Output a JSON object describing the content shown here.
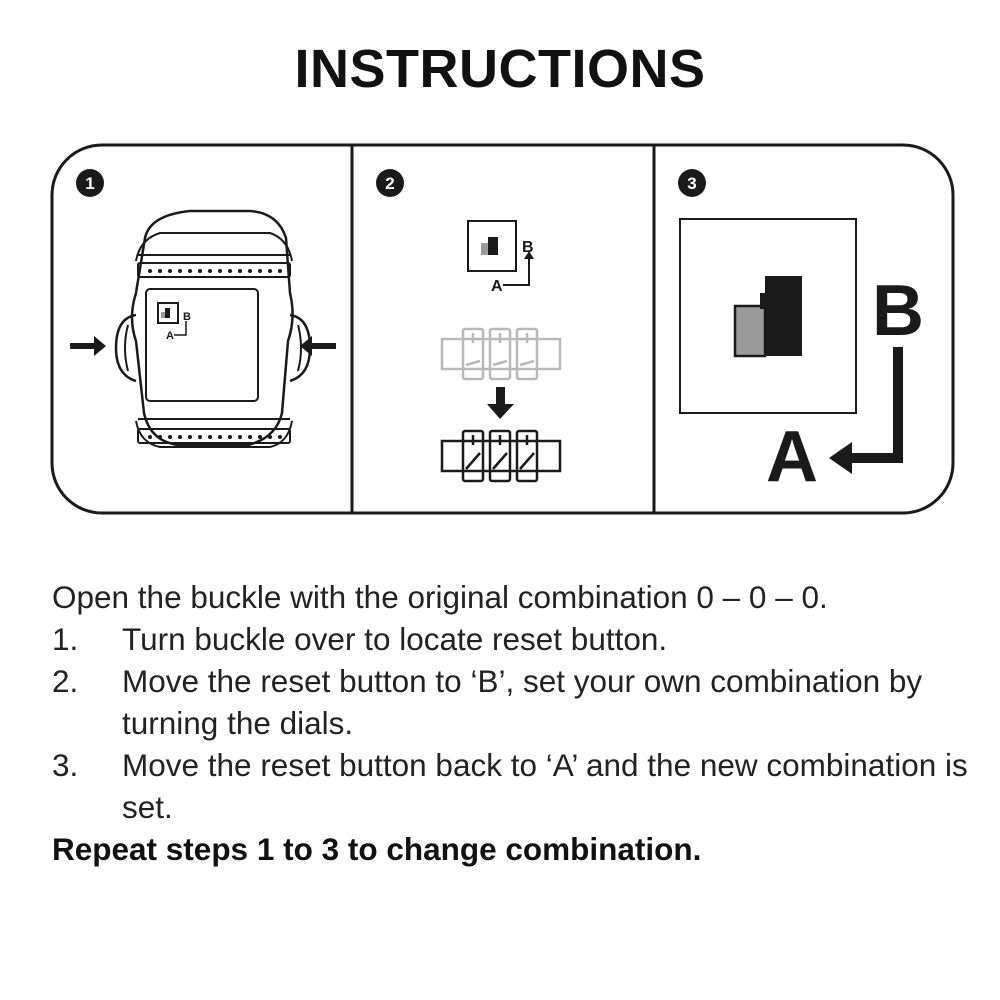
{
  "title": "INSTRUCTIONS",
  "panels": [
    {
      "number": "1"
    },
    {
      "number": "2",
      "label_b": "B",
      "label_a": "A"
    },
    {
      "number": "3",
      "label_b": "B",
      "label_a": "A"
    }
  ],
  "panel1": {
    "label_b": "B",
    "label_a": "A"
  },
  "instructions": {
    "intro": "Open the buckle with the original combination 0 – 0 – 0.",
    "steps": [
      {
        "num": "1.",
        "text": "Turn buckle over to locate reset button."
      },
      {
        "num": "2.",
        "text": "Move the reset button to ‘B’, set your own combination by turning the dials."
      },
      {
        "num": "3.",
        "text": "Move the reset button back to ‘A’ and the new combination is set."
      }
    ],
    "repeat": "Repeat steps 1 to 3 to change combination."
  },
  "colors": {
    "ink": "#1a1a1a",
    "grey": "#9a9a9a",
    "light_grey": "#b8b8b8"
  }
}
